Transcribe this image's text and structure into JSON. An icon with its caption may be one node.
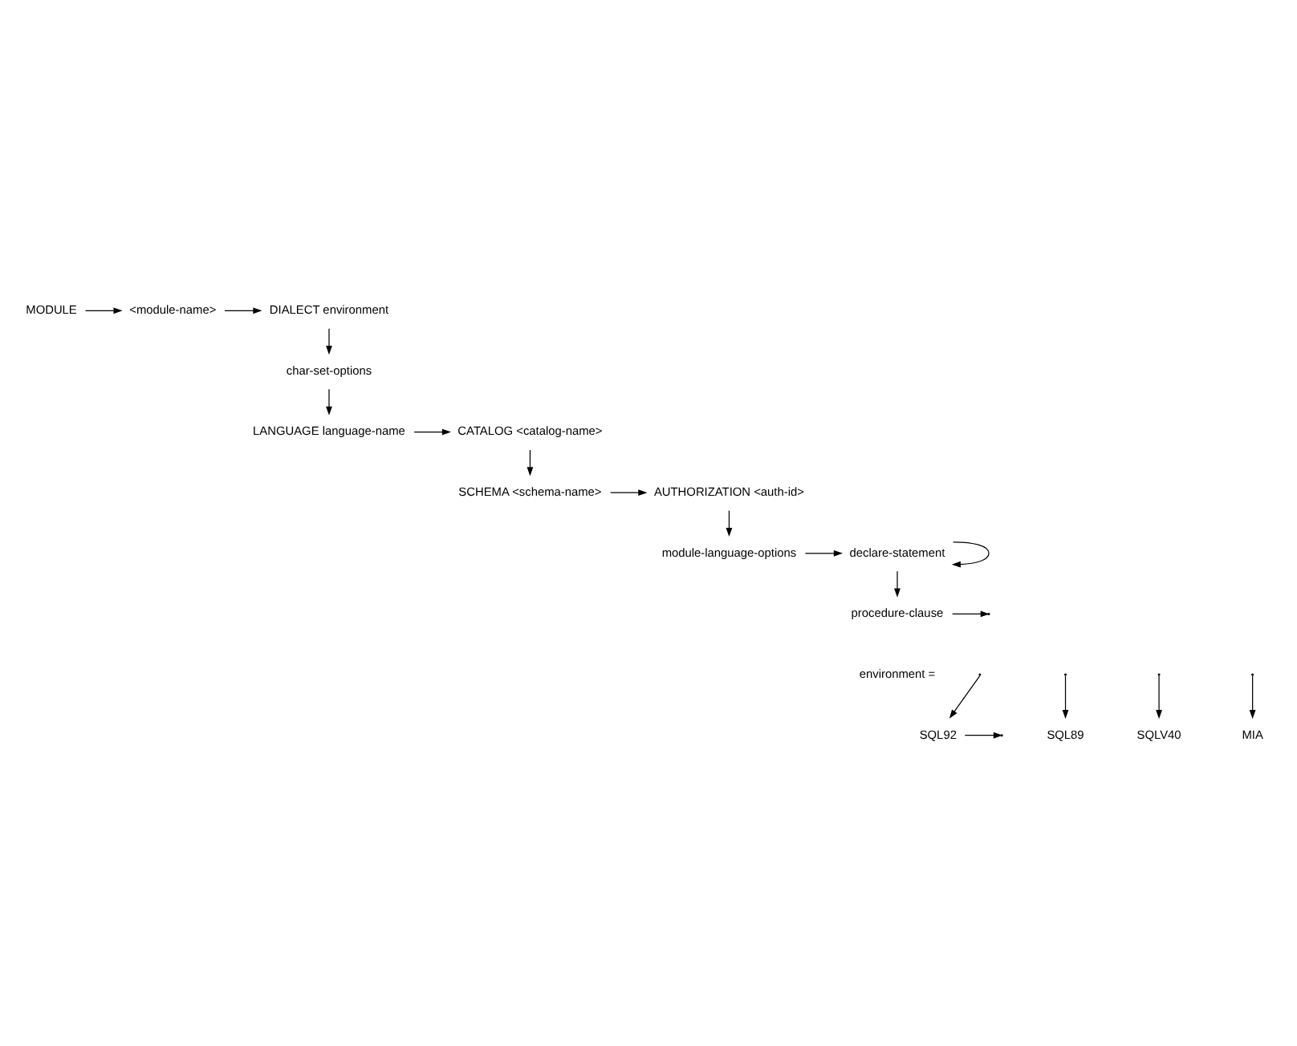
{
  "diagram": {
    "nodes": [
      {
        "text": [
          "MODULE"
        ]
      },
      {
        "text": [
          "<module-name>"
        ]
      },
      {
        "text": [
          "DIALECT environment"
        ]
      },
      {
        "text": [
          "char-set-options"
        ]
      },
      {
        "text": [
          "LANGUAGE language-name"
        ]
      },
      {
        "text": [
          "CATALOG <catalog-name>"
        ]
      },
      {
        "text": [
          "SCHEMA <schema-name>"
        ]
      },
      {
        "text": [
          "AUTHORIZATION <auth-id>"
        ]
      },
      {
        "text": [
          "module-language-options"
        ]
      },
      {
        "text": [
          "declare-statement"
        ]
      },
      {
        "text": [
          "procedure-clause"
        ]
      },
      {
        "text": [
          "SQL92"
        ]
      },
      {
        "text": [
          "SQL89"
        ]
      },
      {
        "text": [
          "SQLV40"
        ]
      },
      {
        "text": [
          "MIA"
        ]
      }
    ],
    "edges": [
      {
        "from": 0,
        "to": 1,
        "arrow": "to"
      },
      {
        "from": 1,
        "to": 2,
        "arrow": "to"
      },
      {
        "from": 2,
        "to": 3,
        "arrow": "to"
      },
      {
        "from": 3,
        "to": 4,
        "arrow": "to"
      },
      {
        "from": 4,
        "to": 5,
        "arrow": "to"
      },
      {
        "from": 5,
        "to": 6,
        "arrow": "to"
      },
      {
        "from": 6,
        "to": 7,
        "arrow": "to"
      },
      {
        "from": 7,
        "to": 8,
        "arrow": "to"
      },
      {
        "from": 8,
        "to": 9,
        "arrow": "to"
      },
      {
        "from": 9,
        "to": 9,
        "arrow": "to"
      },
      {
        "from": 9,
        "to": 10,
        "arrow": "to"
      },
      {
        "from": 10,
        "to": null,
        "arrow": "to"
      },
      {
        "from": null,
        "to": 11,
        "arrow": "to"
      },
      {
        "from": null,
        "to": 12,
        "arrow": "to"
      },
      {
        "from": null,
        "to": 13,
        "arrow": "to"
      },
      {
        "from": null,
        "to": 14,
        "arrow": "to"
      },
      {
        "from": 11,
        "to": null,
        "arrow": "to"
      }
    ],
    "labels": [
      "environment ="
    ]
  }
}
